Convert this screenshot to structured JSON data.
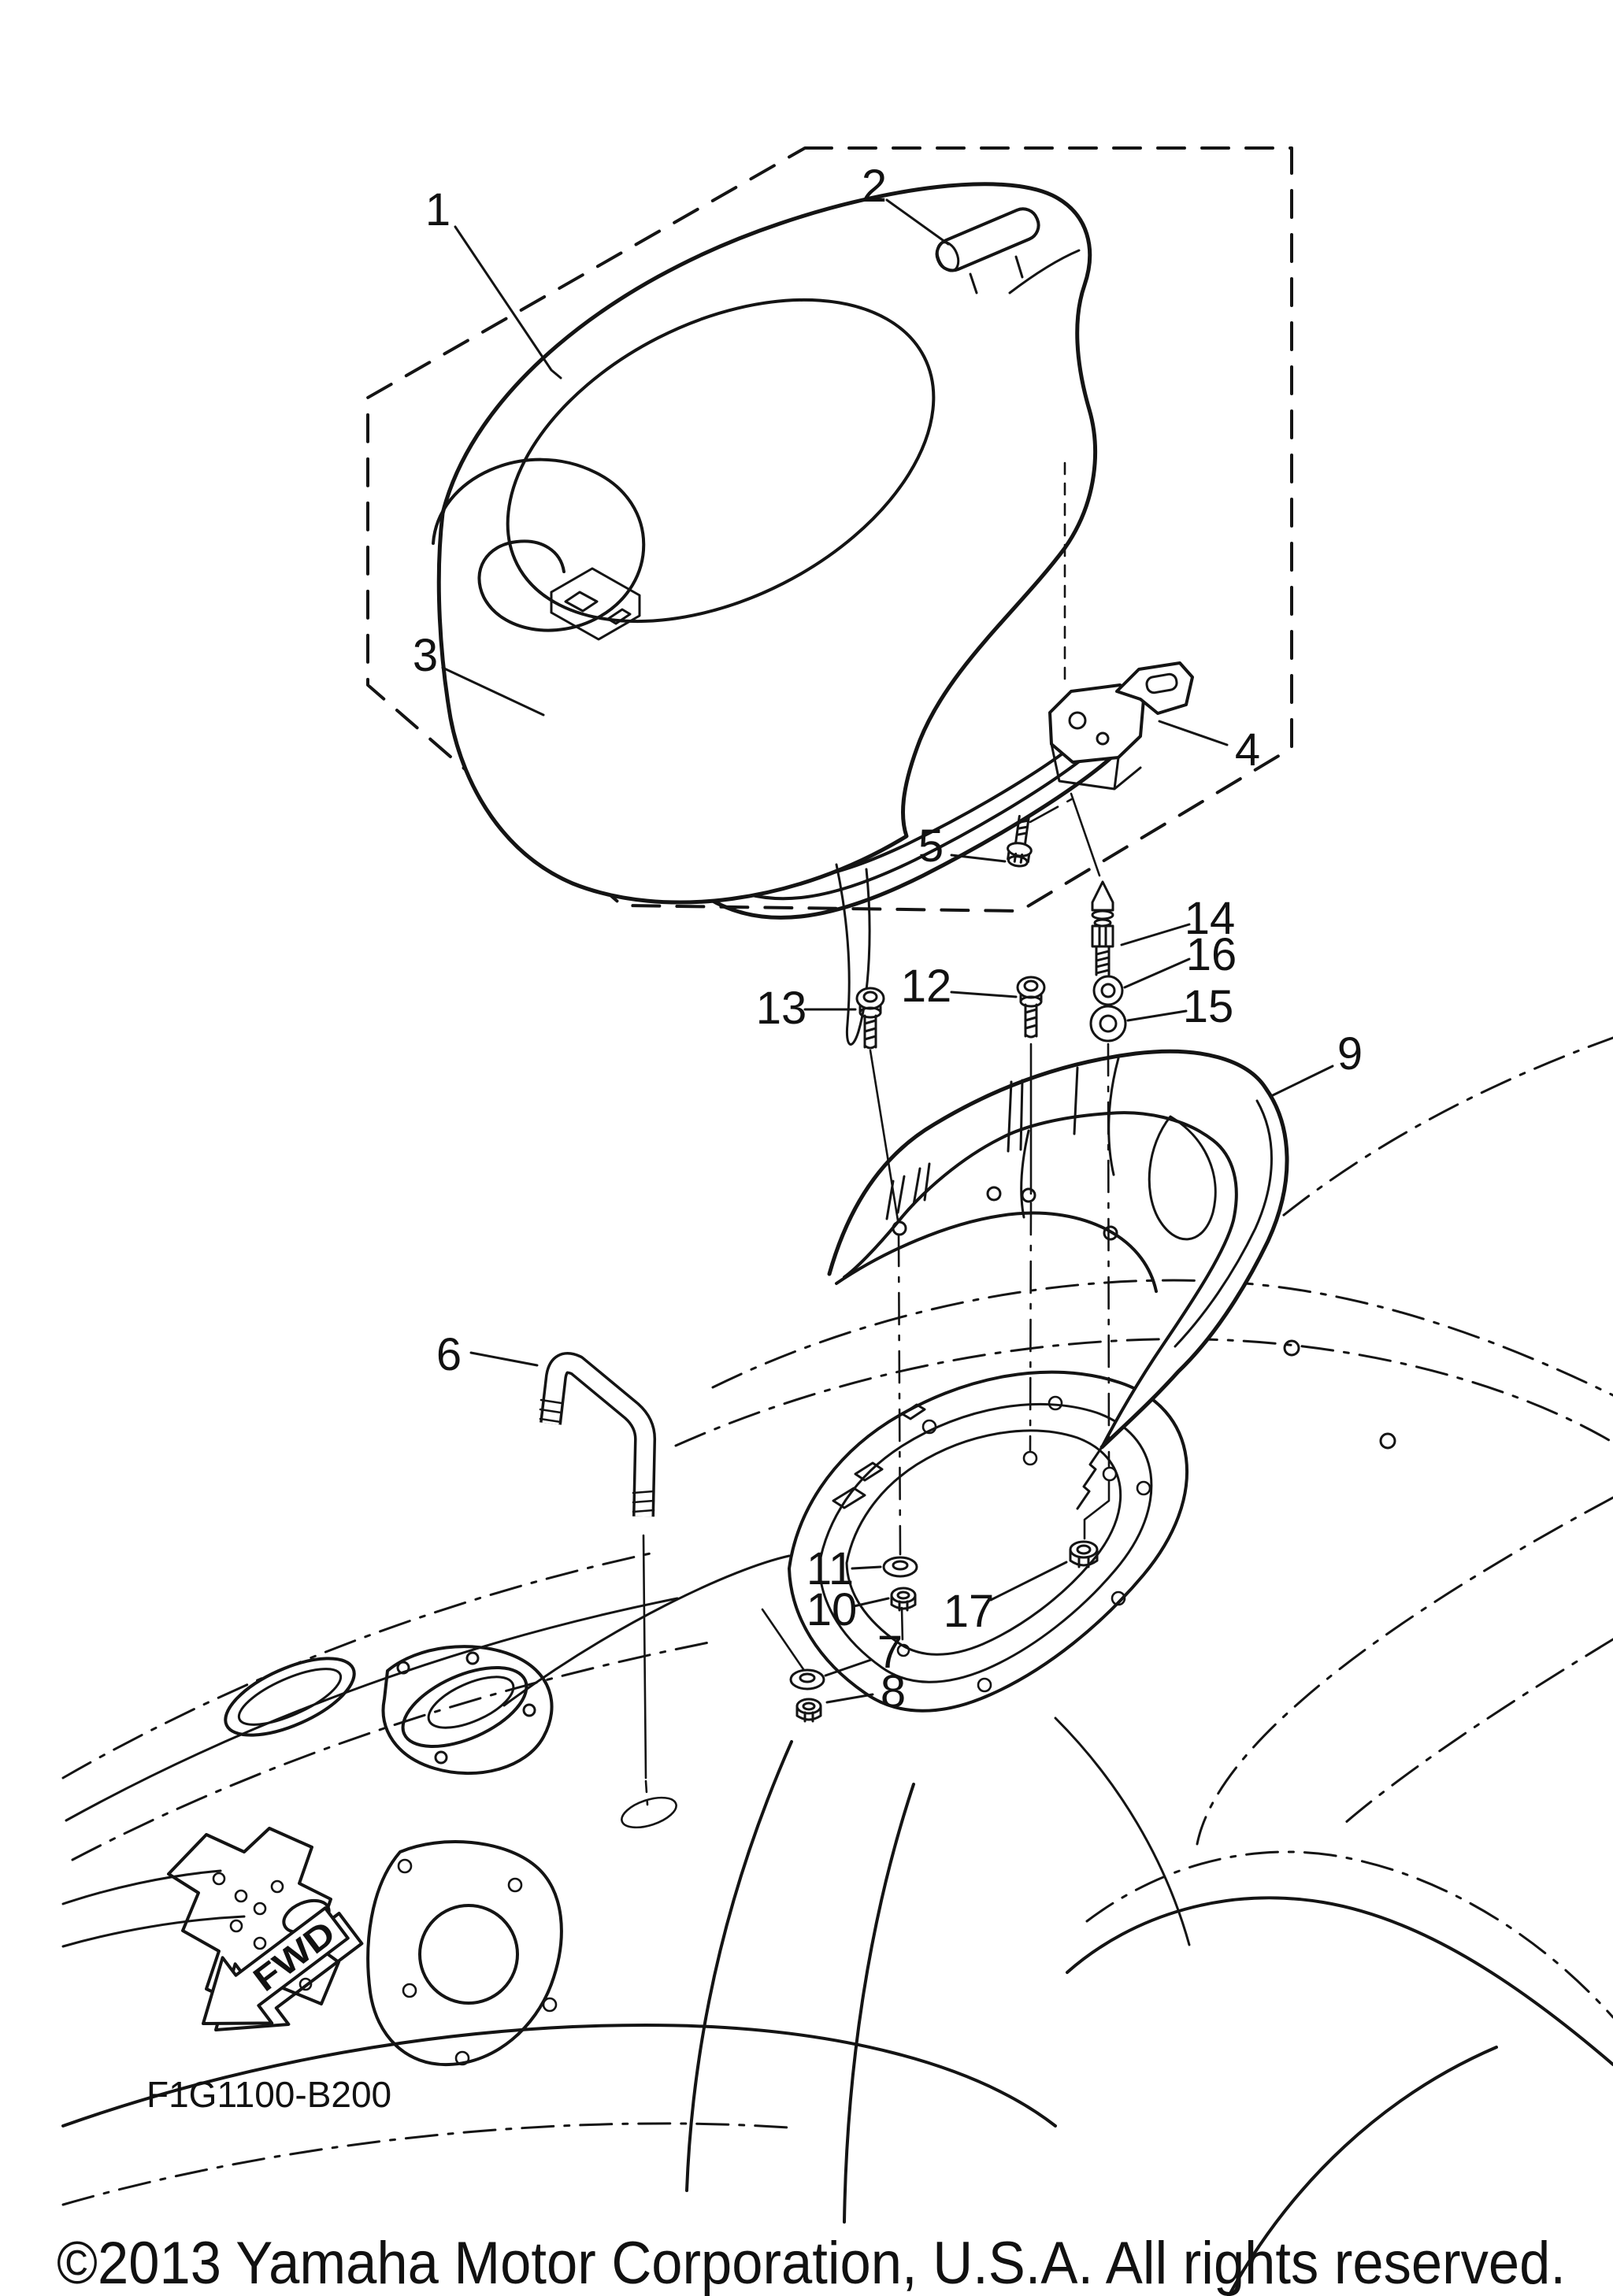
{
  "diagram": {
    "type": "exploded-parts-diagram",
    "callouts": [
      {
        "label": "1"
      },
      {
        "label": "2"
      },
      {
        "label": "3"
      },
      {
        "label": "4"
      },
      {
        "label": "5"
      },
      {
        "label": "6"
      },
      {
        "label": "7"
      },
      {
        "label": "8"
      },
      {
        "label": "9"
      },
      {
        "label": "10"
      },
      {
        "label": "11"
      },
      {
        "label": "12"
      },
      {
        "label": "13"
      },
      {
        "label": "14"
      },
      {
        "label": "15"
      },
      {
        "label": "16"
      },
      {
        "label": "17"
      }
    ],
    "part_code": "F1G1100-B200",
    "fwd_arrow_label": "FWD",
    "copyright": "©2013 Yamaha Motor Corporation, U.S.A. All rights reserved.",
    "colors": {
      "line": "#141414",
      "background": "#ffffff"
    }
  }
}
